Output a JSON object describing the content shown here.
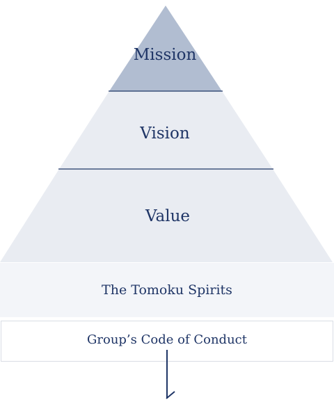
{
  "pyramid": {
    "tiers": [
      {
        "label": "Mission"
      },
      {
        "label": "Vision"
      },
      {
        "label": "Value"
      }
    ]
  },
  "foundation": {
    "spirits_label": "The Tomoku Spirits",
    "conduct_label": "Group’s Code of Conduct"
  },
  "colors": {
    "mission_fill": "#b1bdd1",
    "tier_fill": "#e9ecf2",
    "band_fill": "#f3f5f9",
    "text": "#1f3566",
    "divider": "#1f3566"
  }
}
